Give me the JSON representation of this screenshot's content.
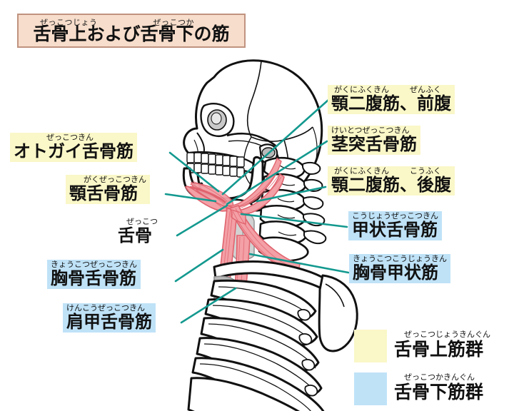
{
  "title": {
    "ruby_left": "ぜっこつじょう",
    "ruby_right": "ぜっこつか",
    "text": "舌骨上および舌骨下の筋"
  },
  "labels": {
    "geniohyoid": {
      "ruby": "ぜっこつきん",
      "text": "オトガイ舌骨筋",
      "group": "suprahyoid"
    },
    "mylohyoid": {
      "ruby": "がくぜっこつきん",
      "text": "顎舌骨筋",
      "group": "suprahyoid"
    },
    "hyoid_bone": {
      "ruby": "ぜっこつ",
      "text": "舌骨",
      "group": "bone"
    },
    "sternohyoid": {
      "ruby": "きょうこつぜっこつきん",
      "text": "胸骨舌骨筋",
      "group": "infrahyoid"
    },
    "omohyoid": {
      "ruby": "けんこうぜっこつきん",
      "text": "肩甲舌骨筋",
      "group": "infrahyoid"
    },
    "digastric_ant": {
      "ruby_a": "がくにふくきん",
      "ruby_b": "ぜんふく",
      "text": "顎二腹筋、前腹",
      "group": "suprahyoid"
    },
    "stylohyoid": {
      "ruby": "けいとつぜっこつきん",
      "text": "茎突舌骨筋",
      "group": "suprahyoid"
    },
    "digastric_post": {
      "ruby_a": "がくにふくきん",
      "ruby_b": "こうふく",
      "text": "顎二腹筋、後腹",
      "group": "suprahyoid"
    },
    "thyrohyoid": {
      "ruby": "こうじょうぜっこつきん",
      "text": "甲状舌骨筋",
      "group": "infrahyoid"
    },
    "sternothyroid": {
      "ruby": "きょうこつこうじょうきん",
      "text": "胸骨甲状筋",
      "group": "infrahyoid"
    }
  },
  "legend": {
    "suprahyoid": {
      "ruby": "ぜっこつじょうきんぐん",
      "text": "舌骨上筋群",
      "swatch": "#faf7c8"
    },
    "infrahyoid": {
      "ruby": "ぜっこつかきんぐん",
      "text": "舌骨下筋群",
      "swatch": "#bfe2f7"
    }
  },
  "colors": {
    "title_bg": "#f7ddcb",
    "title_border": "#c09380",
    "suprahyoid_bg": "#faf7c8",
    "infrahyoid_bg": "#bfe2f7",
    "leader_line": "#13998f",
    "muscle_fill": "#f3a0a6",
    "muscle_stroke": "#e0636e",
    "bone_stroke": "#111111",
    "bone_fill": "#ffffff",
    "cartilage_fill": "#cfcfcf"
  },
  "figure": {
    "view": "lateral-skull-neck-thorax",
    "parts": [
      "skull",
      "mandible",
      "teeth",
      "cervical-vertebrae",
      "hyoid",
      "clavicle",
      "scapula",
      "sternum",
      "ribcage",
      "suprahyoid-muscles",
      "infrahyoid-muscles"
    ]
  }
}
